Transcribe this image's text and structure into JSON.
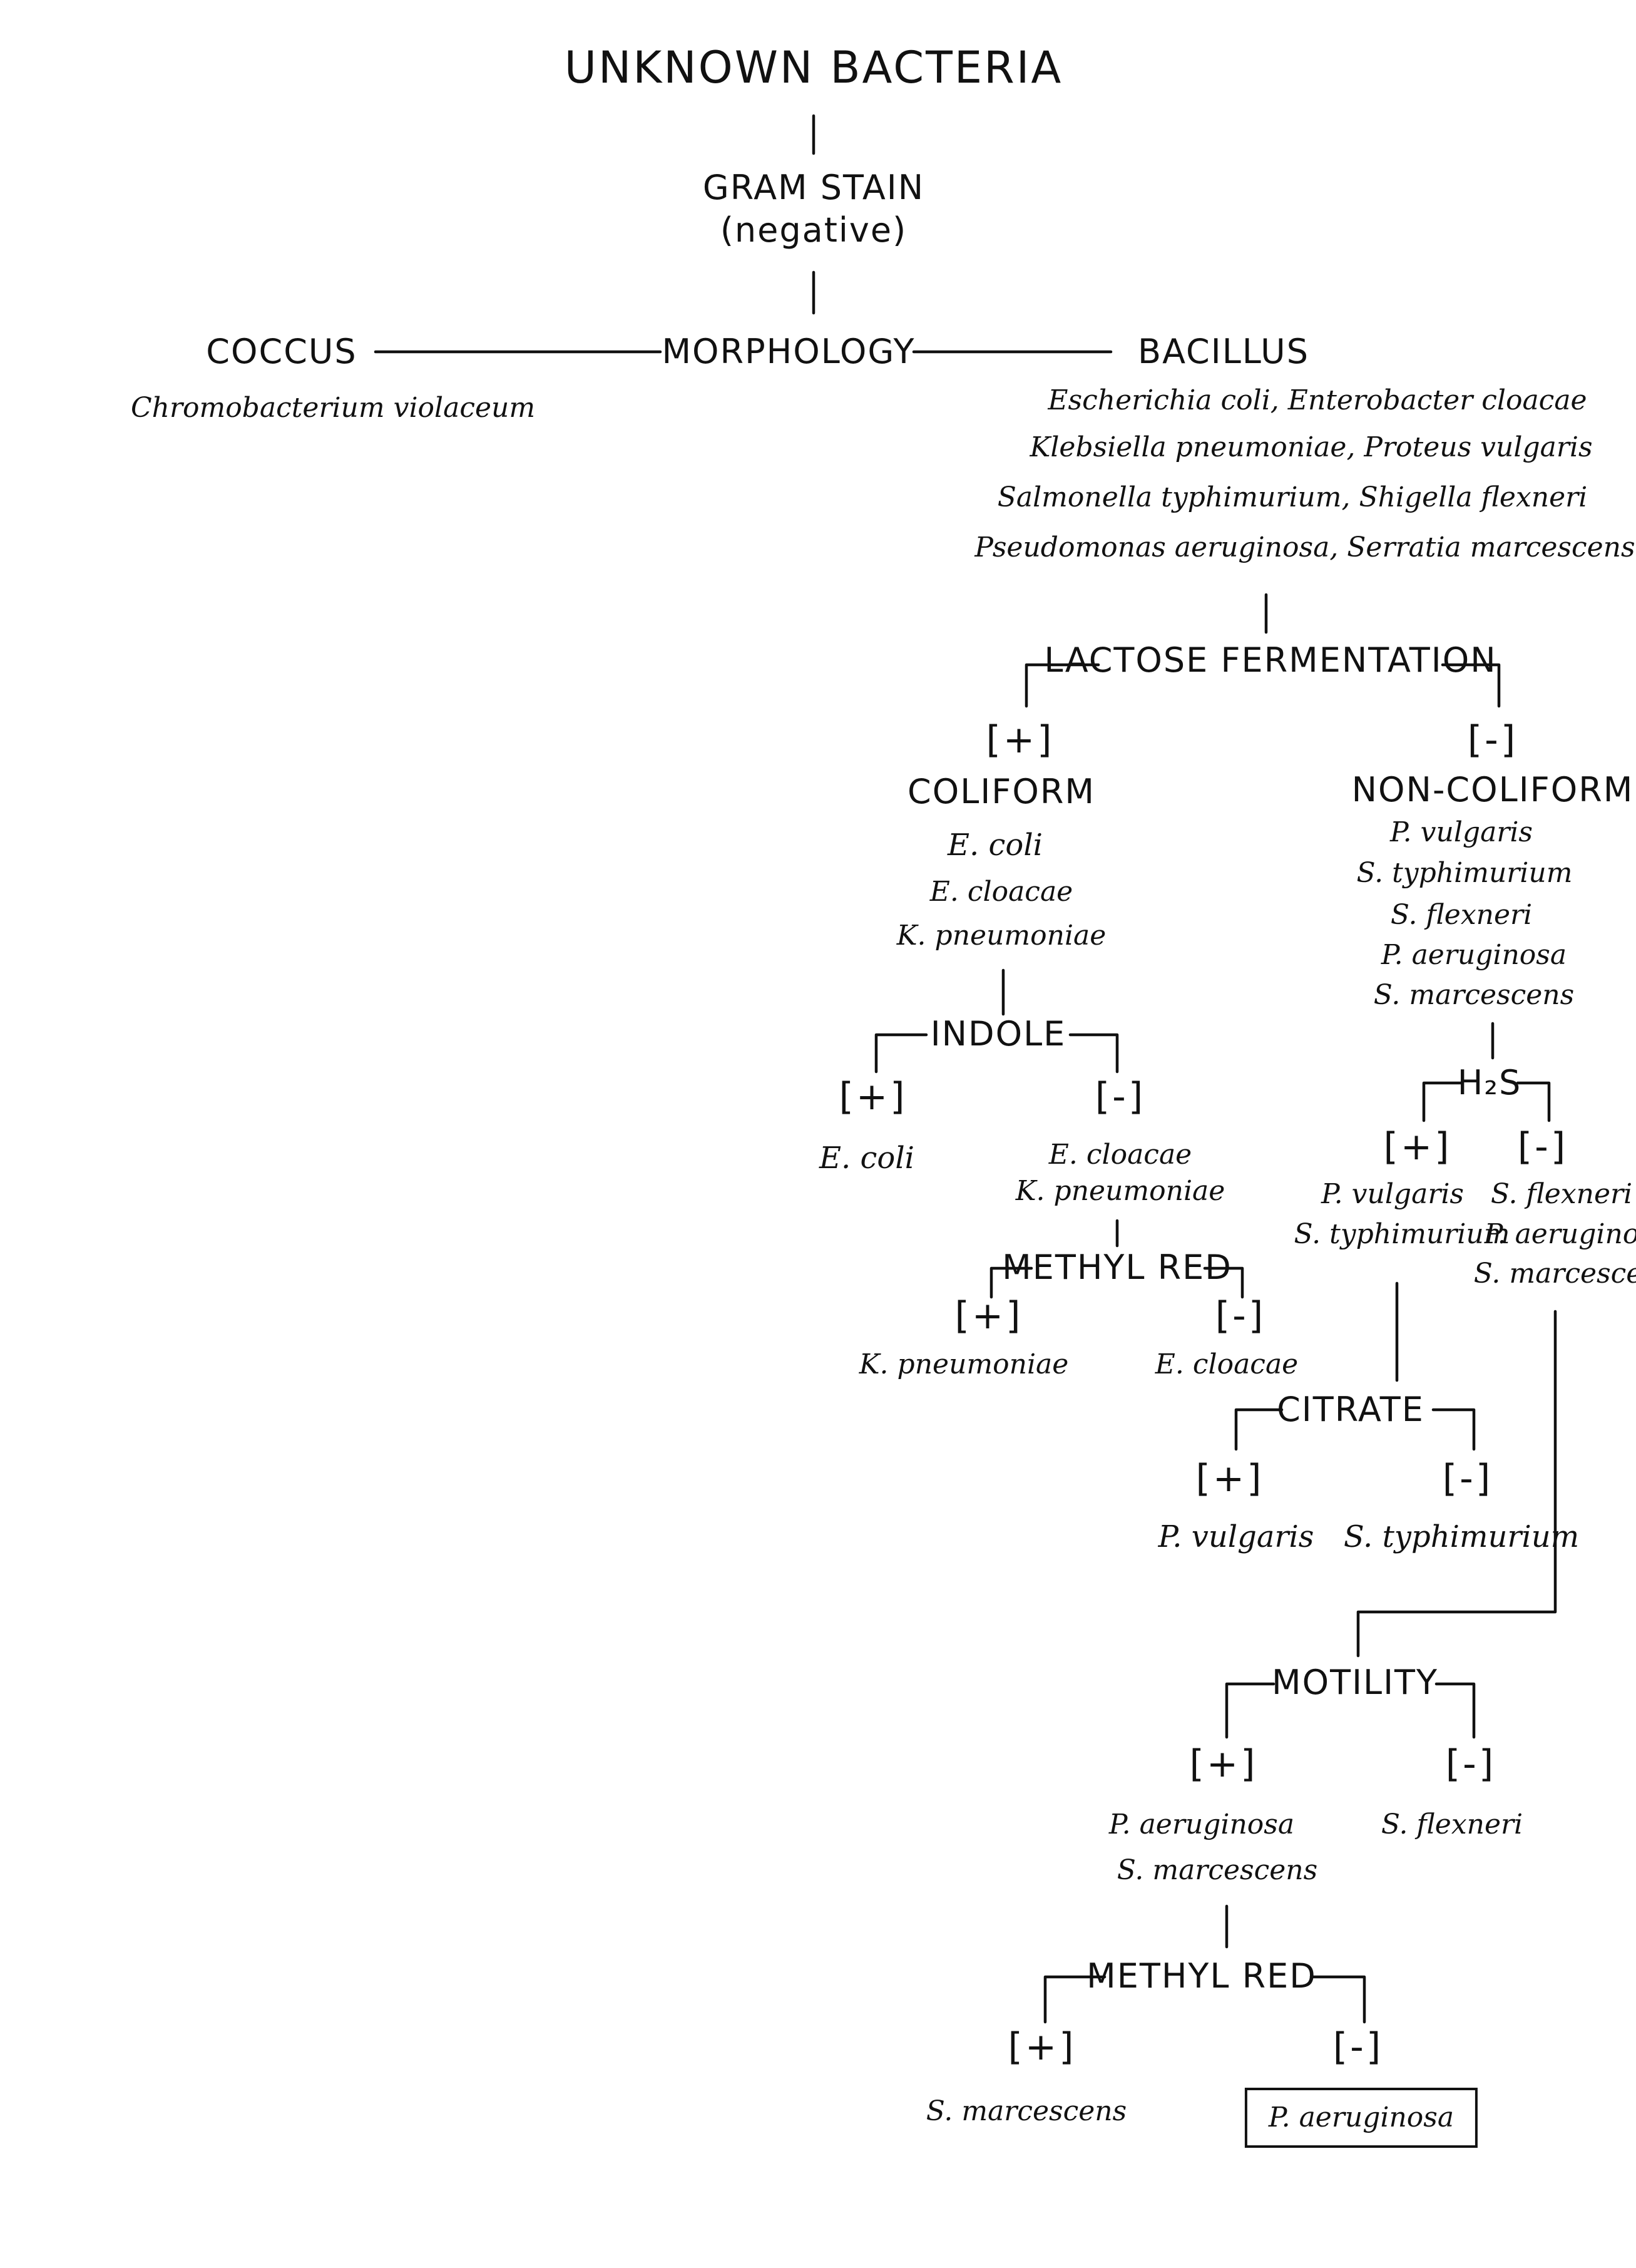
{
  "diagram": {
    "title": "UNKNOWN BACTERIA",
    "gram_stain": {
      "label": "GRAM STAIN",
      "result": "(negative)"
    },
    "morphology": {
      "label": "MORPHOLOGY"
    },
    "coccus": {
      "label": "COCCUS",
      "species": "Chromobacterium violaceum"
    },
    "bacillus": {
      "label": "BACILLUS",
      "species_lines": [
        "Escherichia coli, Enterobacter cloacae",
        "Klebsiella pneumoniae, Proteus vulgaris",
        "Salmonella typhimurium, Shigella flexneri",
        "Pseudomonas aeruginosa, Serratia marcescens"
      ]
    },
    "lactose": {
      "label": "LACTOSE FERMENTATION",
      "pos": "[+]",
      "neg": "[-]",
      "coliform": {
        "label": "COLIFORM",
        "species": [
          "E. coli",
          "E. cloacae",
          "K. pneumoniae"
        ]
      },
      "noncoliform": {
        "label": "NON-COLIFORM",
        "species": [
          "P. vulgaris",
          "S. typhimurium",
          "S. flexneri",
          "P. aeruginosa",
          "S. marcescens"
        ]
      }
    },
    "indole": {
      "label": "INDOLE",
      "pos": "[+]",
      "neg": "[-]",
      "pos_species": "E. coli",
      "neg_species": [
        "E. cloacae",
        "K. pneumoniae"
      ]
    },
    "methyl_red_1": {
      "label": "METHYL RED",
      "pos": "[+]",
      "neg": "[-]",
      "pos_species": "K. pneumoniae",
      "neg_species": "E. cloacae"
    },
    "h2s": {
      "label": "H₂S",
      "pos": "[+]",
      "neg": "[-]",
      "pos_species": [
        "P. vulgaris",
        "S. typhimurium"
      ],
      "neg_species": [
        "S. flexneri",
        "P. aeruginosa",
        "S. marcescens"
      ]
    },
    "citrate": {
      "label": "CITRATE",
      "pos": "[+]",
      "neg": "[-]",
      "pos_species": "P. vulgaris",
      "neg_species": "S. typhimurium"
    },
    "motility": {
      "label": "MOTILITY",
      "pos": "[+]",
      "neg": "[-]",
      "pos_species": [
        "P. aeruginosa",
        "S. marcescens"
      ],
      "neg_species": "S. flexneri"
    },
    "methyl_red_2": {
      "label": "METHYL RED",
      "pos": "[+]",
      "neg": "[-]",
      "pos_species": "S. marcescens",
      "neg_species": "P. aeruginosa"
    }
  }
}
